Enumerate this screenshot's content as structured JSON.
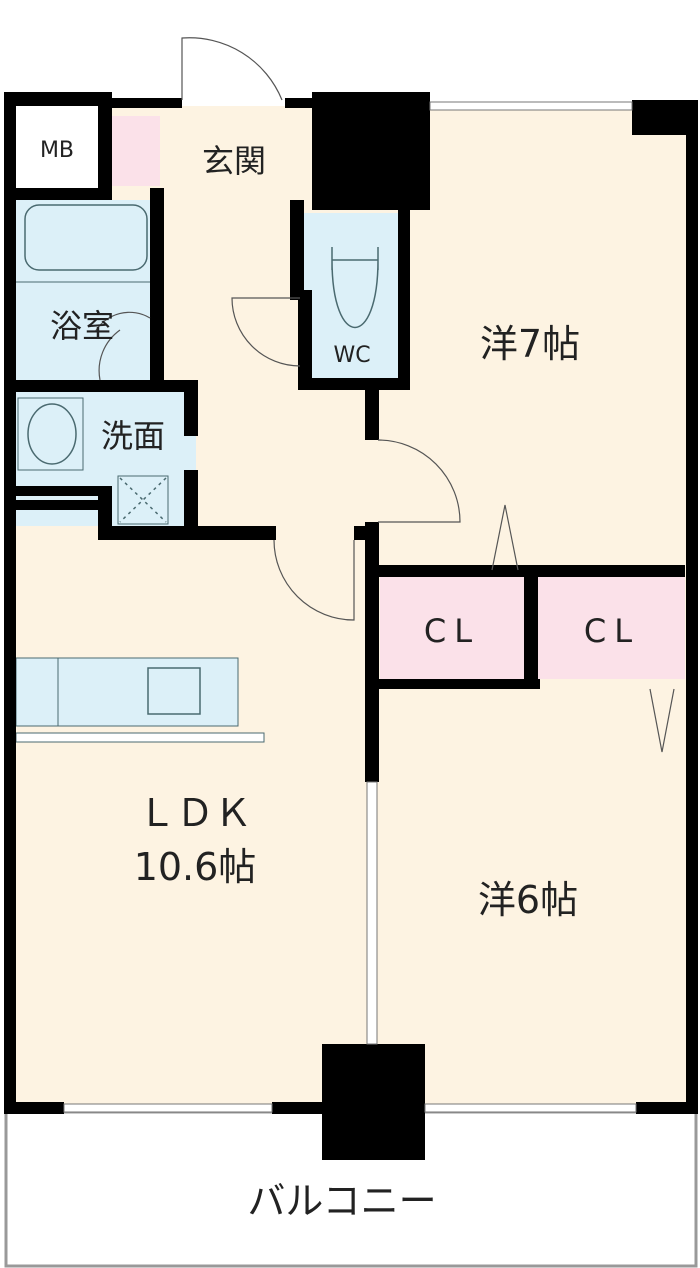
{
  "rooms": {
    "mb": "MB",
    "genkan": "玄関",
    "bath": "浴室",
    "washroom": "洗面",
    "wc": "WC",
    "bedroom1": "洋7帖",
    "closet1": "CL",
    "closet2": "CL",
    "ldk_name": "ＬＤＫ",
    "ldk_size": "10.6帖",
    "bedroom2": "洋6帖",
    "balcony": "バルコニー"
  },
  "colors": {
    "floor": "#fdf3e2",
    "wet": "#dcf0f8",
    "closet": "#fbe1e9",
    "wall": "#000000"
  }
}
